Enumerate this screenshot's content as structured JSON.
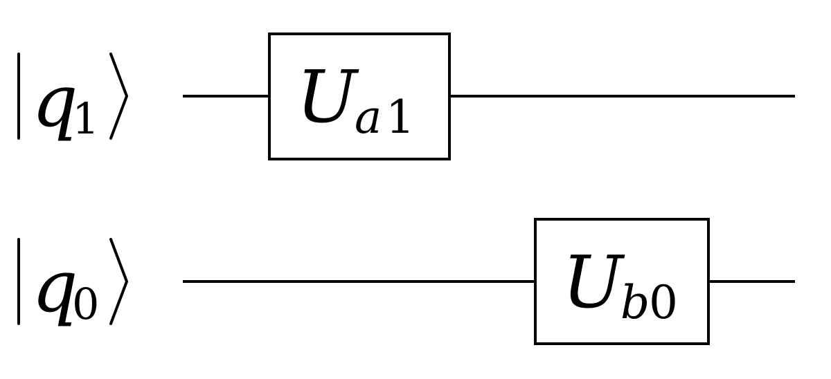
{
  "qubits": [
    {
      "id": "q1",
      "ket_symbol": "q",
      "ket_subscript": "1",
      "gates": [
        {
          "symbol": "U",
          "subscript_letter": "a",
          "subscript_digit": "1"
        }
      ]
    },
    {
      "id": "q0",
      "ket_symbol": "q",
      "ket_subscript": "0",
      "gates": [
        {
          "symbol": "U",
          "subscript_letter": "b",
          "subscript_digit": "0"
        }
      ]
    }
  ],
  "colors": {
    "line": "#000000",
    "background": "#ffffff"
  }
}
